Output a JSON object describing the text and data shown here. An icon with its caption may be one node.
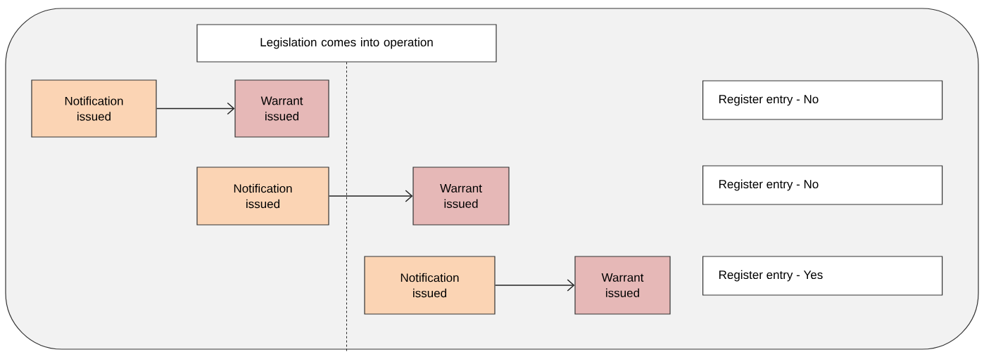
{
  "diagram": {
    "nodes": [
      {
        "text": [],
        "shape": "box"
      },
      {
        "text": [
          "Legislation comes into operation"
        ],
        "in": 0
      },
      {
        "text": [
          "Notification issued"
        ],
        "in": 0
      },
      {
        "text": [
          "Warrant issued"
        ],
        "in": 0
      },
      {
        "text": [
          "Register entry - No"
        ],
        "in": 0
      },
      {
        "text": [
          "Notification issued"
        ],
        "in": 0
      },
      {
        "text": [
          "Warrant issued"
        ],
        "in": 0
      },
      {
        "text": [
          "Register entry - No"
        ],
        "in": 0
      },
      {
        "text": [
          "Notification issued"
        ],
        "in": 0
      },
      {
        "text": [
          "Warrant issued"
        ],
        "in": 0
      },
      {
        "text": [
          "Register entry - Yes"
        ],
        "in": 0
      }
    ],
    "edges": [
      {
        "from": 1,
        "to": null,
        "arrow": "none",
        "style": "dashed"
      },
      {
        "from": 2,
        "to": 3,
        "arrow": "to"
      },
      {
        "from": 5,
        "to": 6,
        "arrow": "to"
      },
      {
        "from": 8,
        "to": 9,
        "arrow": "to"
      }
    ]
  }
}
